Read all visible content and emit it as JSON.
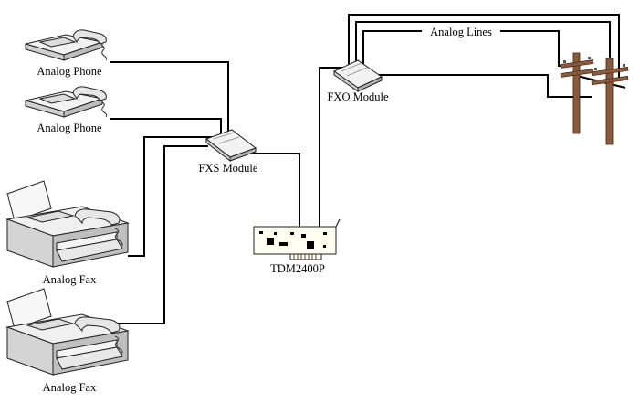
{
  "labels": {
    "phone_1": "Analog Phone",
    "phone_2": "Analog Phone",
    "fax_1": "Analog Fax",
    "fax_2": "Analog Fax",
    "fxs_module": "FXS Module",
    "fxo_module": "FXO Module",
    "card": "TDM2400P",
    "analog_lines": "Analog Lines"
  },
  "icons": {
    "phone": "telephone-icon",
    "fax": "fax-machine-icon",
    "module": "module-icon",
    "card": "pci-card-icon",
    "pole": "utility-pole-icon"
  },
  "colors": {
    "wire": "#000000",
    "device_fill": "#f2f2f2",
    "device_dark": "#d0d0d0",
    "card_fill": "#fffff2",
    "pole": "#8a5a3a"
  }
}
